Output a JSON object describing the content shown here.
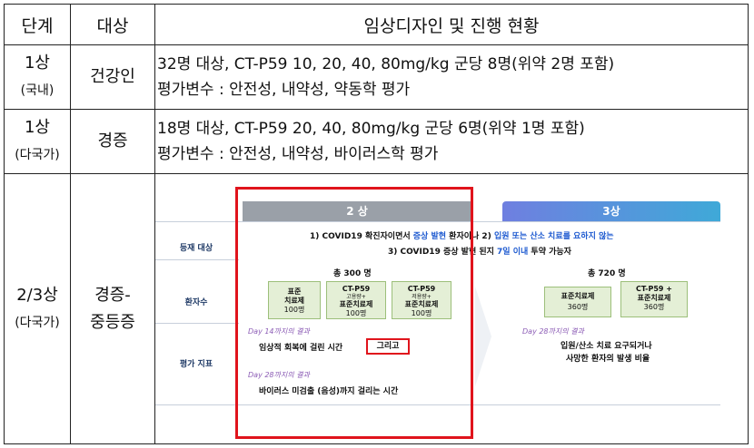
{
  "table": {
    "headers": [
      "단계",
      "대상",
      "임상디자인 및 진행 현황"
    ],
    "rows": [
      {
        "phase": "1상",
        "region": "(국내)",
        "target": "건강인",
        "line1": "32명 대상, CT-P59 10, 20, 40, 80mg/kg 군당 8명(위약 2명 포함)",
        "line2": "평가변수 : 안전성, 내약성, 약동학 평가"
      },
      {
        "phase": "1상",
        "region": "(다국가)",
        "target": "경증",
        "line1": "18명 대상, CT-P59 20, 40, 80mg/kg 군당 6명(위약 1명 포함)",
        "line2": "평가변수 : 안전성, 내약성, 바이러스학 평가"
      },
      {
        "phase": "2/3상",
        "region": "(다국가)",
        "target1": "경증-",
        "target2": "중등증"
      }
    ]
  },
  "figure": {
    "phase2_label": "2 상",
    "phase3_label": "3상",
    "row_labels": [
      "등재 대상",
      "환자수",
      "평가 지표"
    ],
    "eligibility_line1": {
      "a": "1) COVID19 확진자이면서 ",
      "b": "증상 발현",
      "c": " 환자이나 2) ",
      "d": "입원 또는 산소 치료를 요하지 않는"
    },
    "eligibility_line2": {
      "a": "3) COVID19 증상 발현 된지 ",
      "b": "7일 이내",
      "c": " 투약 가능자"
    },
    "phase2_total": "총 300 명",
    "phase3_total": "총 720 명",
    "phase2_boxes": [
      {
        "title1": "표준",
        "title2": "치료제",
        "sub": "",
        "count": "100명"
      },
      {
        "title1": "CT-P59",
        "sub": "고용량+",
        "title2": "표준치료제",
        "count": "100명"
      },
      {
        "title1": "CT-P59",
        "sub": "저용량+",
        "title2": "표준치료제",
        "count": "100명"
      }
    ],
    "phase3_boxes": [
      {
        "title": "표준치료제",
        "count": "360명"
      },
      {
        "title1": "CT-P59 +",
        "title2": "표준치료제",
        "count": "360명"
      }
    ],
    "day14": "Day 14까지의 결과",
    "day14_result": "임상적 회복에 걸린 시간",
    "and_word": "그리고",
    "day28_a": "Day 28까지의 결과",
    "day28_result_a": "바이러스 미검출 (음성)까지 걸리는 시간",
    "day28_b": "Day 28까지의 결과",
    "day28_result_b1": "입원/산소 치료 요구되거나",
    "day28_result_b2": "사망한 환자의 발생 비율"
  }
}
